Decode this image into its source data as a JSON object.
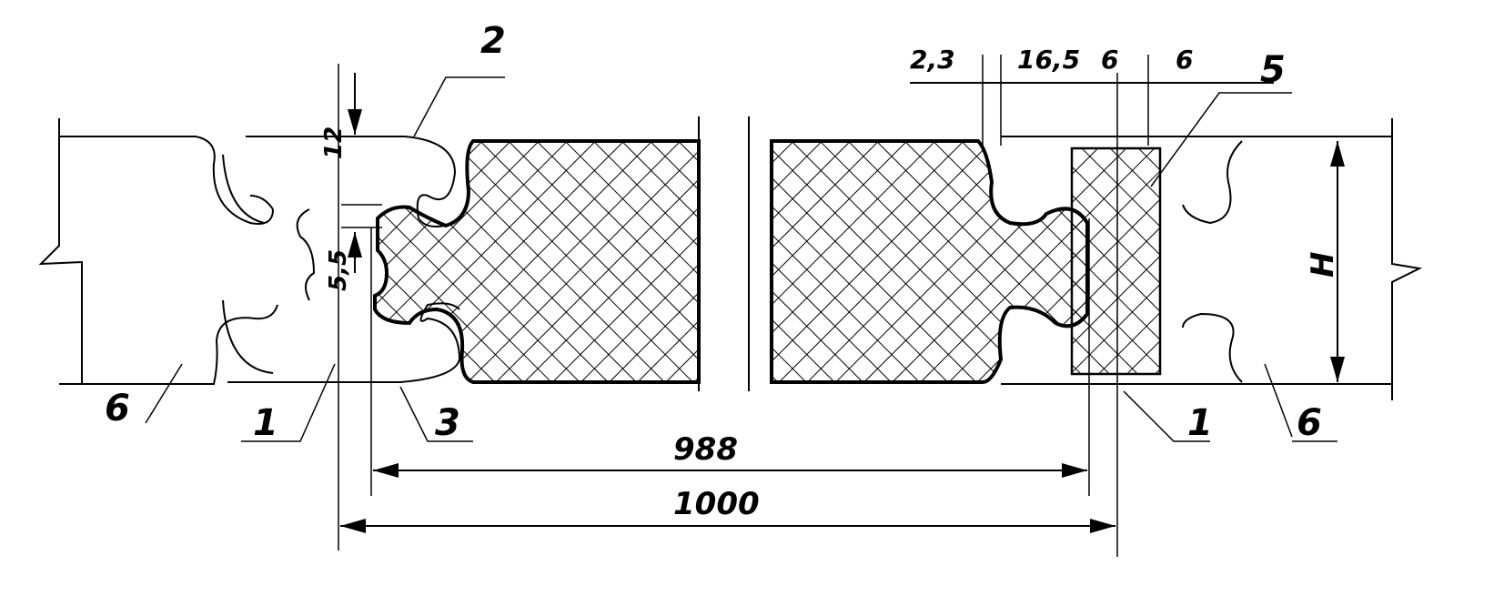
{
  "labels": {
    "top_part": "2",
    "dim_12": "12",
    "dim_5_5": "5,5",
    "left_panel": "6",
    "left_joint": "1",
    "left_seal": "3",
    "dim_988": "988",
    "dim_1000": "1000",
    "dim_2_3": "2,3",
    "dim_16_5": "16,5",
    "dim_6a": "6",
    "dim_6b": "6",
    "insert": "5",
    "height": "H",
    "right_joint": "1",
    "right_panel": "6"
  }
}
